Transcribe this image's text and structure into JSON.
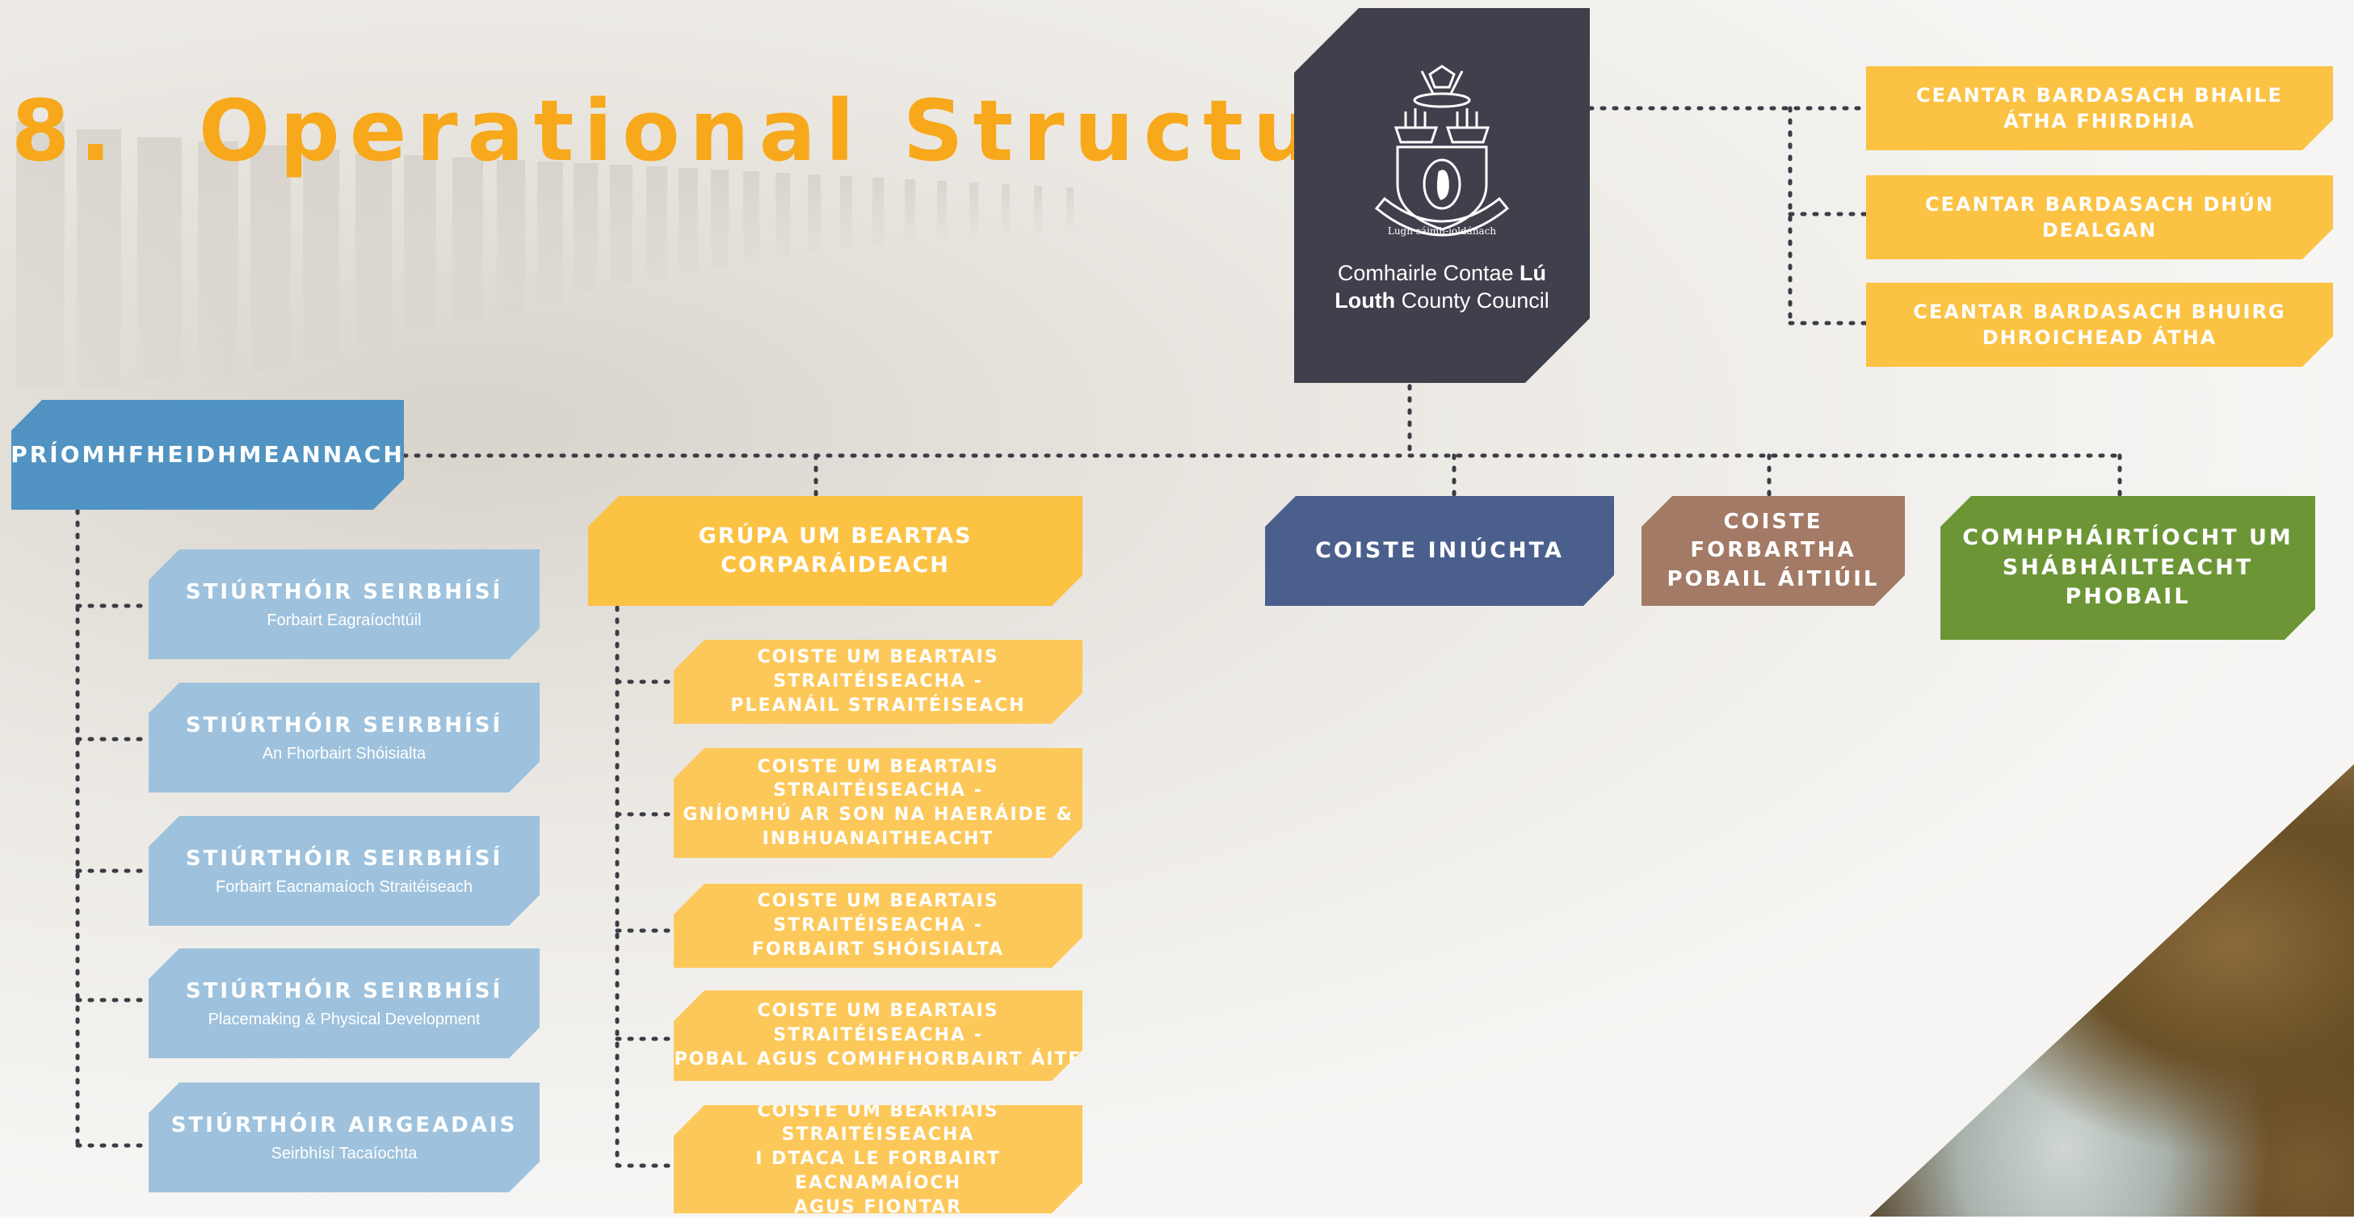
{
  "heading": {
    "number": "8.",
    "text": "Operational Structure"
  },
  "council": {
    "motto": "Lugh sáimh-ioldánach",
    "name_line1_a": "Comhairle Contae ",
    "name_line1_b": "Lú",
    "name_line2_a": "Louth",
    "name_line2_b": " County Council"
  },
  "districts": [
    "CEANTAR BARDASACH BHAILE\nÁTHA FHIRDHIA",
    "CEANTAR BARDASACH DHÚN DEALGAN",
    "CEANTAR BARDASACH BHUIRG\nDHROICHEAD ÁTHA"
  ],
  "chief_executive": "PRÍOMHFHEIDHMEANNACH",
  "directors": [
    {
      "title": "STIÚRTHÓIR SEIRBHÍSÍ",
      "area": "Forbairt Eagraíochtúil"
    },
    {
      "title": "STIÚRTHÓIR SEIRBHÍSÍ",
      "area": "An Fhorbairt Shóisialta"
    },
    {
      "title": "STIÚRTHÓIR SEIRBHÍSÍ",
      "area": "Forbairt Eacnamaíoch Straitéiseach"
    },
    {
      "title": "STIÚRTHÓIR SEIRBHÍSÍ",
      "area": "Placemaking & Physical Development"
    },
    {
      "title": "STIÚRTHÓIR AIRGEADAIS",
      "area": "Seirbhísí Tacaíochta"
    }
  ],
  "corporate_policy_group": "GRÚPA UM BEARTAS CORPARÁIDEACH",
  "spcs": [
    "COISTE UM BEARTAIS STRAITÉISEACHA -\nPLEANÁIL STRAITÉISEACH",
    "COISTE UM BEARTAIS STRAITÉISEACHA -\nGNÍOMHÚ AR SON NA HAERÁIDE &\nINBHUANAITHEACHT",
    "COISTE UM BEARTAIS STRAITÉISEACHA -\nFORBAIRT SHÓISIALTA",
    "COISTE UM BEARTAIS STRAITÉISEACHA -\nPOBAL AGUS COMHFHORBAIRT ÁITE",
    "COISTE UM BEARTAIS STRAITÉISEACHA\nI DTACA LE FORBAIRT EACNAMAÍOCH\nAGUS FIONTAR"
  ],
  "audit_committee": "COISTE INIÚCHTA",
  "lcdc": "COISTE FORBARTHA\nPOBAIL ÁITIÚIL",
  "jpc": "COMHPHÁIRTÍOCHT UM\nSHÁBHÁILTEACHT PHOBAIL",
  "colors": {
    "title": "#f7a81b",
    "yellow": "#fbc243",
    "chief_blue": "#5193c2",
    "director_blue": "#9ec2dd",
    "audit_blue": "#4b5f8c",
    "lcdc_brown": "#a27a66",
    "jpc_green": "#6c9536",
    "logo_grey": "#3f404b"
  }
}
